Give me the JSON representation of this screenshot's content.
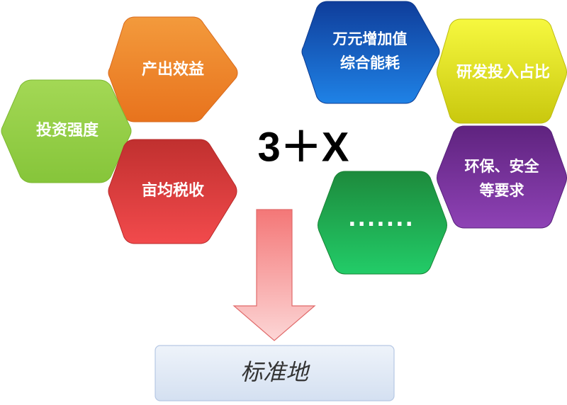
{
  "formula": "3＋X",
  "target_label": "标准地",
  "core_indicators": [
    {
      "label": "产出效益",
      "color_top": "#f39a3c",
      "color_bottom": "#e8731d"
    },
    {
      "label": "投资强度",
      "color_top": "#a3d855",
      "color_bottom": "#86c53a"
    },
    {
      "label": "亩均税收",
      "color_top": "#c83a3a",
      "color_bottom": "#f0484a"
    }
  ],
  "extra_indicators": [
    {
      "lines": [
        "万元增加值",
        "综合能耗"
      ],
      "color_top": "#0f3d9a",
      "color_bottom": "#1e7be0"
    },
    {
      "lines": [
        "研发投入占比"
      ],
      "color_top": "#f3f53a",
      "color_bottom": "#c9c80e"
    },
    {
      "lines": [
        "环保、安全",
        "等要求"
      ],
      "color_top": "#6a2a8a",
      "color_bottom": "#8a3fb0"
    },
    {
      "lines": [
        "·······"
      ],
      "color_top": "#1f8f3f",
      "color_bottom": "#22c766"
    }
  ],
  "arrow_color": "#f79a9a",
  "target_color": "#dce6f4"
}
